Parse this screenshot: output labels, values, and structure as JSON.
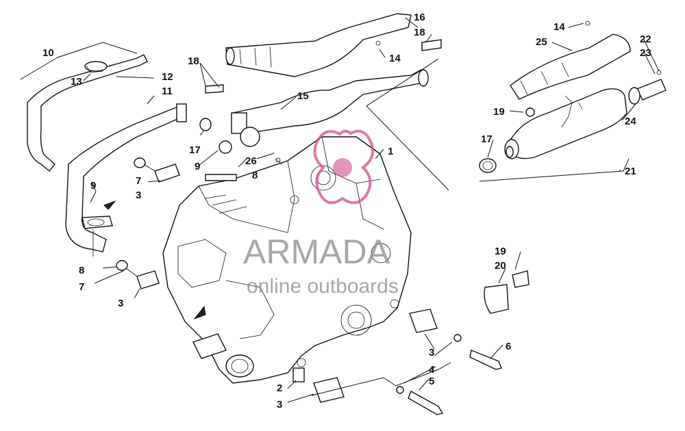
{
  "labels": {
    "l1": "1",
    "l2": "2",
    "l3a": "3",
    "l3b": "3",
    "l3c": "3",
    "l3d": "3",
    "l4": "4",
    "l5": "5",
    "l6": "6",
    "l7a": "7",
    "l7b": "7",
    "l8a": "8",
    "l8b": "8",
    "l9a": "9",
    "l9b": "9",
    "l10": "10",
    "l11": "11",
    "l12": "12",
    "l13": "13",
    "l14a": "14",
    "l14b": "14",
    "l15": "15",
    "l16": "16",
    "l17a": "17",
    "l17b": "17",
    "l18a": "18",
    "l18b": "18",
    "l19a": "19",
    "l19b": "19",
    "l20": "20",
    "l21": "21",
    "l22": "22",
    "l23": "23",
    "l24": "24",
    "l25": "25",
    "l26": "26"
  },
  "watermark": {
    "brand": "ARMADA",
    "tagline": "online outboards",
    "color": "#d24b8c"
  }
}
